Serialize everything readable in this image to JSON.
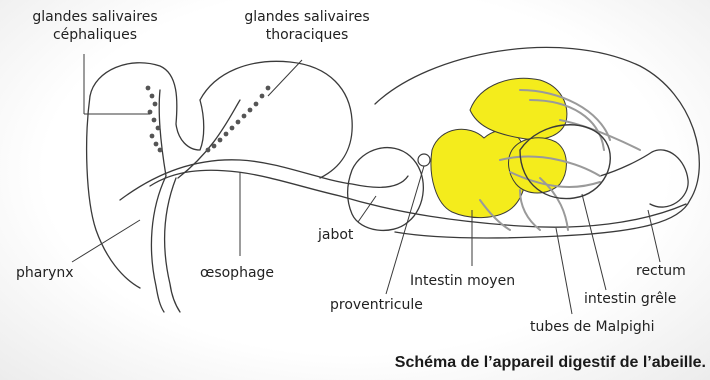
{
  "labels": {
    "cephalic_glands": "glandes salivaires\ncéphaliques",
    "thoracic_glands": "glandes salivaires\nthoraciques",
    "jabot": "jabot",
    "pharynx": "pharynx",
    "oesophage": "œsophage",
    "proventricule": "proventricule",
    "intestin_moyen": "Intestin moyen",
    "rectum": "rectum",
    "intestin_grele": "intestin grêle",
    "tubes_malpighi": "tubes de Malpighi"
  },
  "caption": "Schéma de l’appareil digestif de l’abeille.",
  "colors": {
    "midgut": "#f4ec1c",
    "outline": "#3a3a3a",
    "tubes": "#9a9a9a"
  }
}
